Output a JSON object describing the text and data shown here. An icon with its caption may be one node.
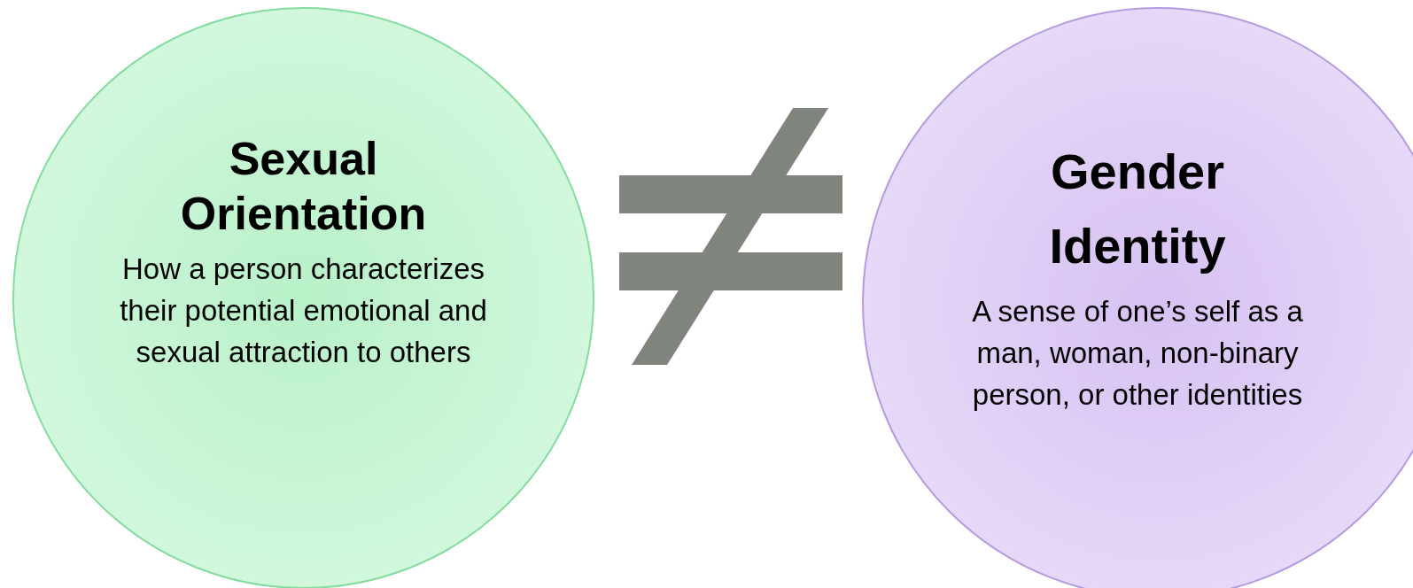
{
  "diagram": {
    "nodes": [
      {
        "text": [
          "Sexual Orientation",
          "How a person characterizes their potential emotional and sexual attraction to others"
        ]
      },
      {
        "text": [
          "Gender Identity",
          "A sense of one’s self as a man, woman, non-binary person, or other identities"
        ]
      }
    ]
  }
}
